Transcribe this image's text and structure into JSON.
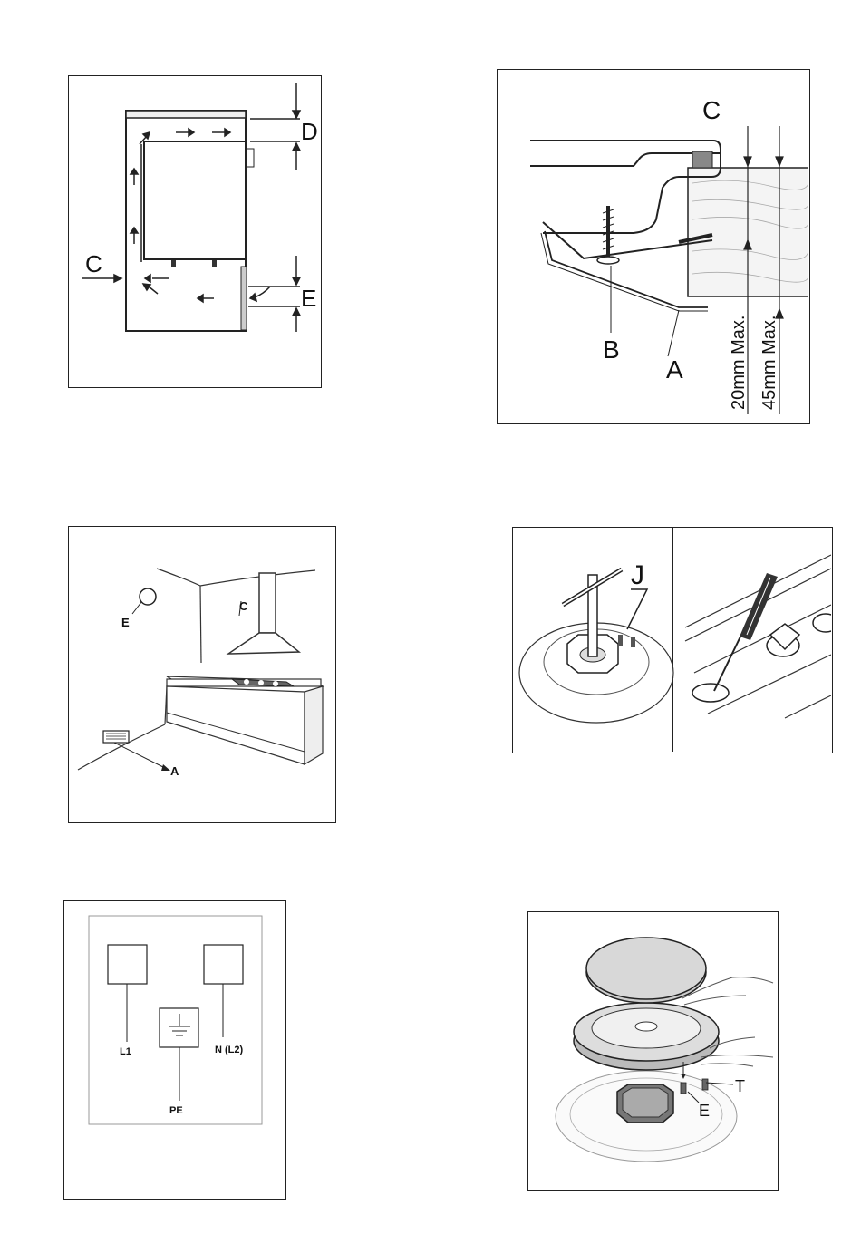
{
  "figures": {
    "ventilation": {
      "label_d": "D",
      "label_c": "C",
      "label_e": "E"
    },
    "hob_fixing": {
      "label_c": "C",
      "label_b": "B",
      "label_a": "A",
      "dim_20": "20mm Max.",
      "dim_45": "45mm Max."
    },
    "kitchen_room": {
      "label_e": "E",
      "label_c": "C",
      "label_a": "A"
    },
    "tap_adjustment": {
      "label_j": "J"
    },
    "wiring": {
      "terminal_l1": "L1",
      "terminal_n": "N (L2)",
      "terminal_pe": "PE"
    },
    "burner_assembly": {
      "label_t": "T",
      "label_e": "E"
    }
  }
}
